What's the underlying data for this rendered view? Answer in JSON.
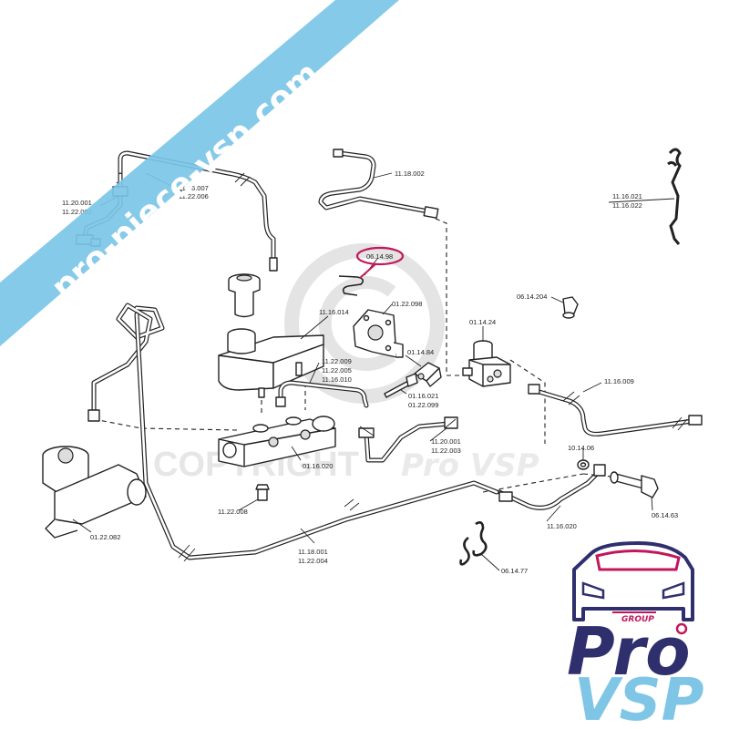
{
  "watermarks": {
    "copyright": "COPYRIGHT",
    "brand": "Pro VSP",
    "banner": "pro-piece-vsp.com"
  },
  "logo": {
    "pro": "Pro",
    "vsp": "VSP",
    "group": "GROUP",
    "colors": {
      "navy": "#2f2f6e",
      "light_blue": "#7fc6e6",
      "magenta": "#c2185b"
    }
  },
  "highlight_color": "#c2185b",
  "labels": [
    {
      "id": "l1",
      "text": "11.20.001"
    },
    {
      "id": "l2",
      "text": "11.22.003"
    },
    {
      "id": "l3",
      "text": "11.16.007"
    },
    {
      "id": "l4",
      "text": "11.22.006"
    },
    {
      "id": "l5",
      "text": "11.18.002"
    },
    {
      "id": "l6",
      "text": "11.16.021"
    },
    {
      "id": "l7",
      "text": "11.16.022"
    },
    {
      "id": "l8",
      "text": "06.14.98"
    },
    {
      "id": "l9",
      "text": "01.22.098"
    },
    {
      "id": "l10",
      "text": "06.14.204"
    },
    {
      "id": "l11",
      "text": "11.16.014"
    },
    {
      "id": "l12",
      "text": "01.14.24"
    },
    {
      "id": "l13",
      "text": "01.14.84"
    },
    {
      "id": "l14",
      "text": "11.22.009"
    },
    {
      "id": "l15",
      "text": "11.22.005"
    },
    {
      "id": "l16",
      "text": "11.16.010"
    },
    {
      "id": "l17",
      "text": "11.16.009"
    },
    {
      "id": "l18",
      "text": "01.16.021"
    },
    {
      "id": "l19",
      "text": "01.22.099"
    },
    {
      "id": "l20",
      "text": "11.20.001"
    },
    {
      "id": "l21",
      "text": "11.22.003"
    },
    {
      "id": "l22",
      "text": "10.14.06"
    },
    {
      "id": "l23",
      "text": "01.16.020"
    },
    {
      "id": "l24",
      "text": "11.22.008"
    },
    {
      "id": "l25",
      "text": "06.14.63"
    },
    {
      "id": "l26",
      "text": "01.22.082"
    },
    {
      "id": "l27",
      "text": "11.16.020"
    },
    {
      "id": "l28",
      "text": "11.18.001"
    },
    {
      "id": "l29",
      "text": "11.22.004"
    },
    {
      "id": "l30",
      "text": "06.14.77"
    }
  ]
}
